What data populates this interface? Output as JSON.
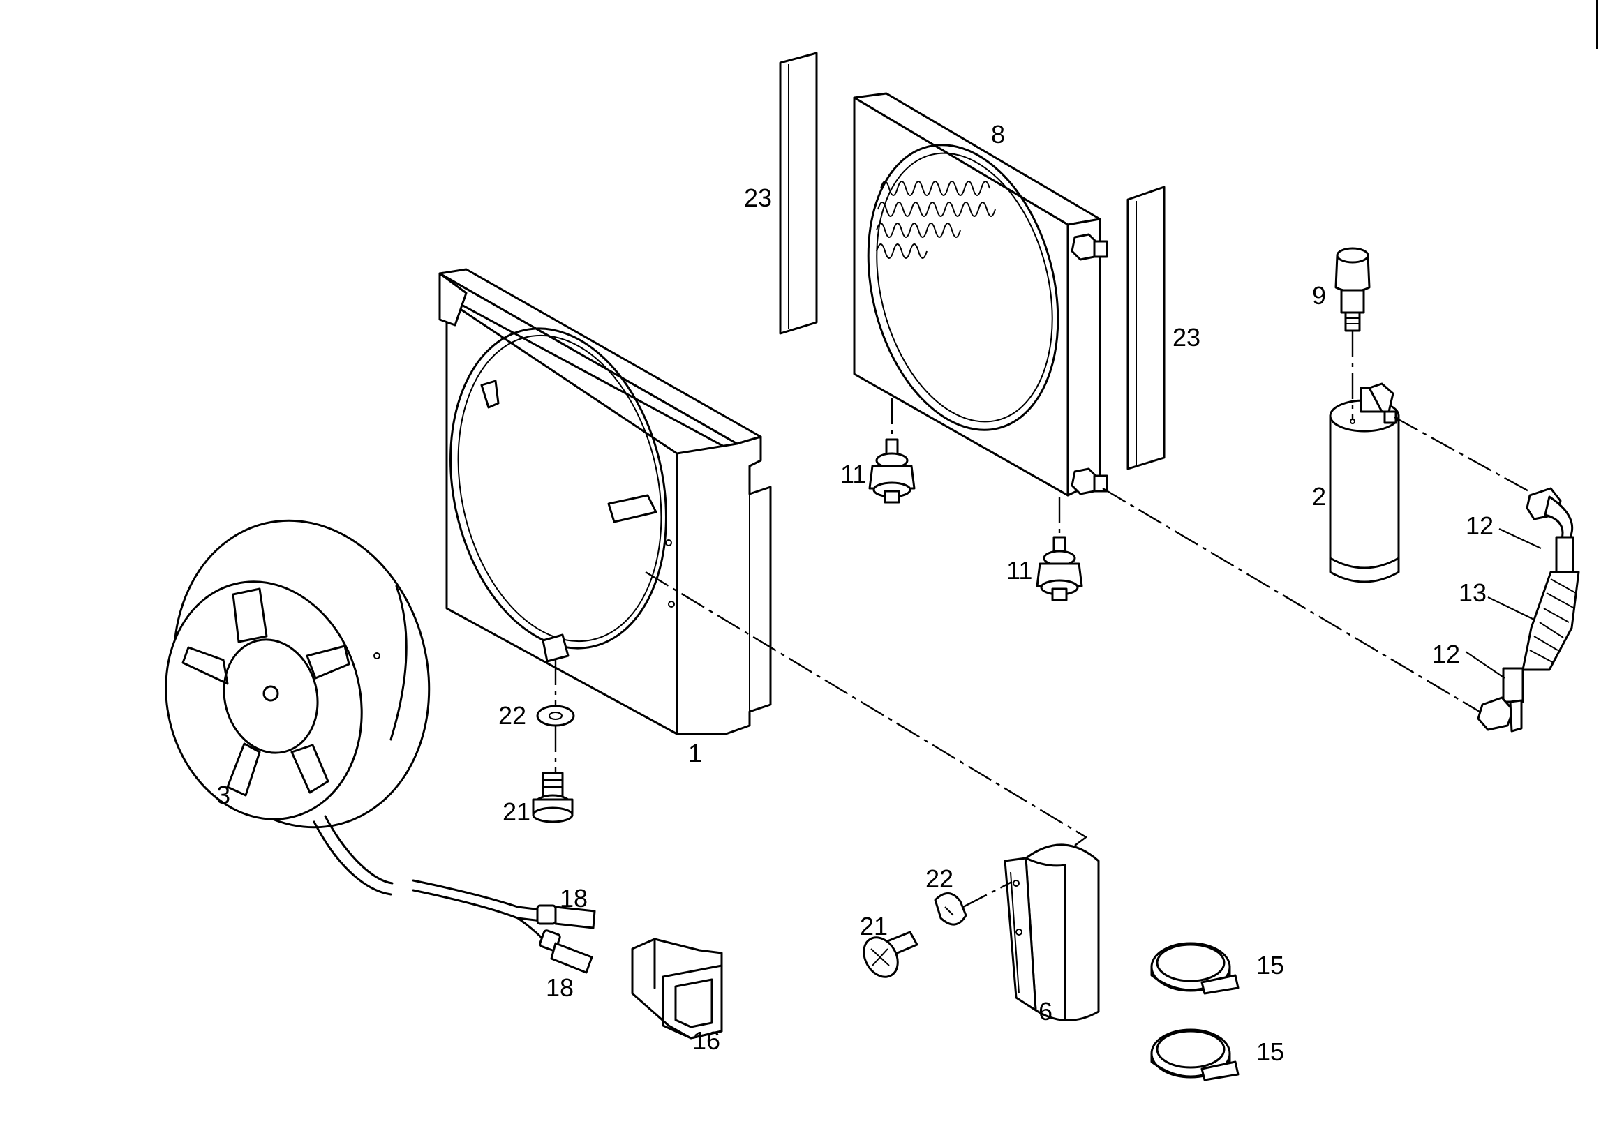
{
  "callouts": {
    "c1": "1",
    "c2": "2",
    "c3": "3",
    "c6": "6",
    "c8": "8",
    "c9": "9",
    "c11a": "11",
    "c11b": "11",
    "c12a": "12",
    "c12b": "12",
    "c13": "13",
    "c15a": "15",
    "c15b": "15",
    "c16": "16",
    "c18a": "18",
    "c18b": "18",
    "c21a": "21",
    "c21b": "21",
    "c22a": "22",
    "c22b": "22",
    "c23a": "23",
    "c23b": "23"
  },
  "colors": {
    "line": "#000000",
    "background": "#ffffff"
  }
}
